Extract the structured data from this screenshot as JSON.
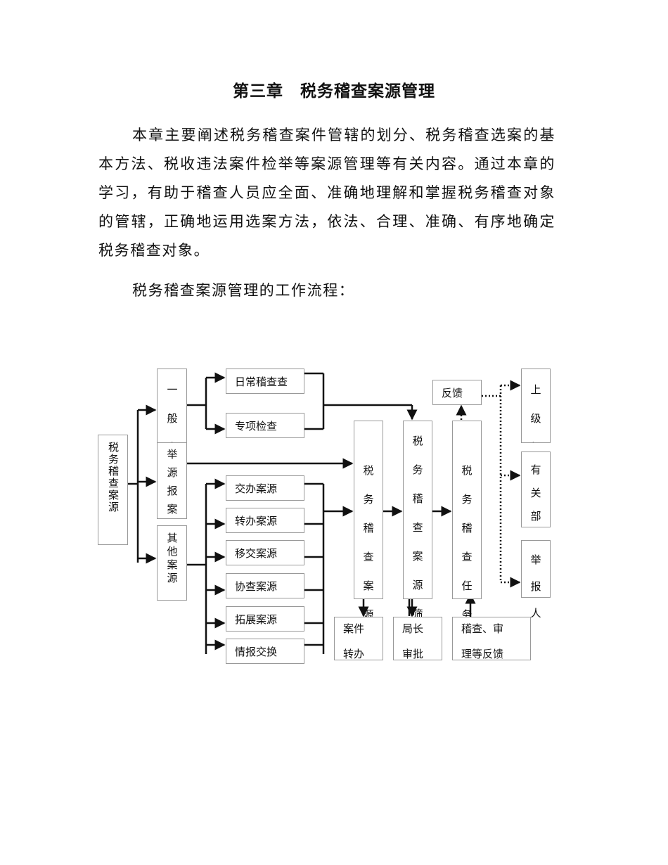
{
  "document": {
    "title": "第三章　税务稽查案源管理",
    "paragraph1": "本章主要阐述税务稽查案件管辖的划分、税务稽查选案的基本方法、税收违法案件检举等案源管理等有关内容。通过本章的学习，有助于稽查人员应全面、准确地理解和掌握税务稽查对象的管辖，正确地运用选案方法，依法、合理、准确、有序地确定税务稽查对象。",
    "paragraph2": "税务稽查案源管理的工作流程："
  },
  "flowchart": {
    "root": "税务稽查案源",
    "general": "一般案",
    "report": "举源报案",
    "other": "其他案源",
    "daily_check": "日常稽查查",
    "special_check": "专项检查",
    "sources": [
      "交办案源",
      "转办案源",
      "移交案源",
      "协查案源",
      "拓展案源",
      "情报交换"
    ],
    "col1": "税务稽查案源",
    "col2": "税务稽查案源筛",
    "col3": "税务稽查任务下",
    "feedback": "反馈",
    "right1": "上级机关",
    "right2": "有关部门",
    "right3": "举报人",
    "bottom1a": "案件",
    "bottom1b": "转办",
    "bottom2a": "局长",
    "bottom2b": "审批",
    "bottom3a": "稽查、审",
    "bottom3b": "理等反馈"
  }
}
